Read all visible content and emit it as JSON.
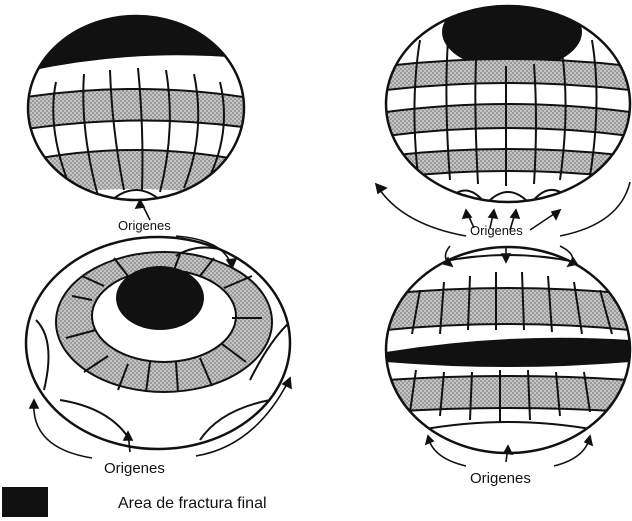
{
  "labels": {
    "origin_top_left": "Origenes",
    "origin_top_right": "Origenes",
    "origin_bottom_left": "Origenes",
    "origin_bottom_right": "Origenes"
  },
  "legend": {
    "swatch_color": "#111111",
    "text": "Area de fractura final"
  },
  "colors": {
    "black_area": "#111111",
    "shaded_band": "#b8b8b8",
    "line": "#111111",
    "background": "#ffffff"
  }
}
